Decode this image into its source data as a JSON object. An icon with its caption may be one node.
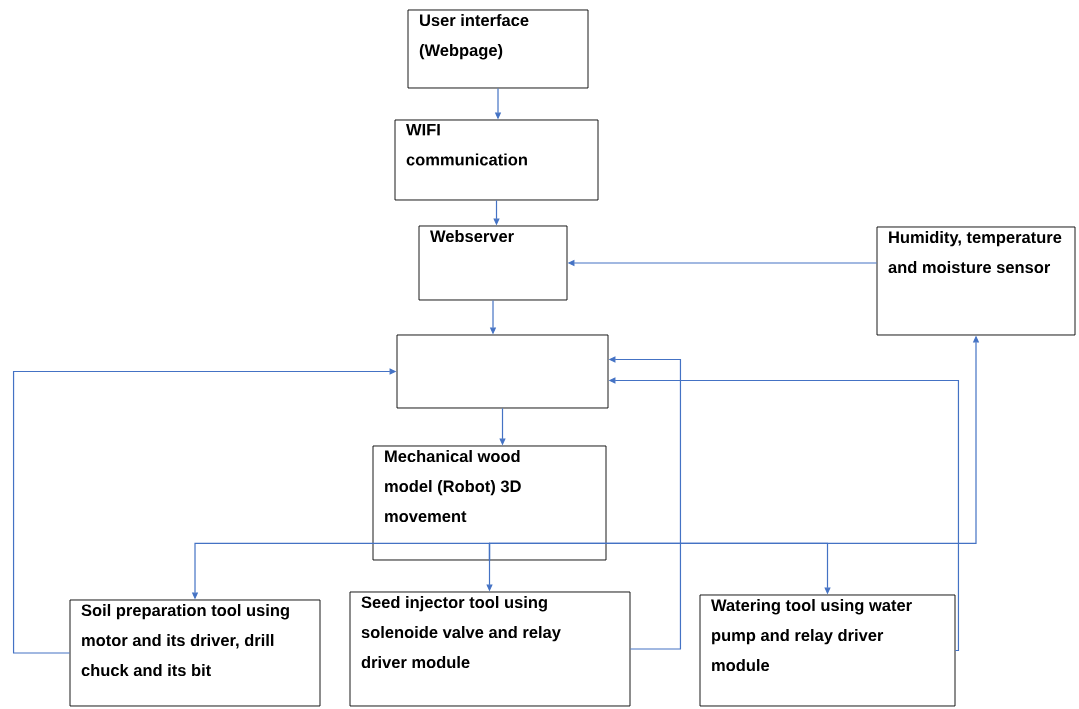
{
  "diagram": {
    "nodes": [
      {
        "text": [
          "User interface (Webpage)"
        ]
      },
      {
        "text": [
          "WIFI communication"
        ]
      },
      {
        "text": [
          "Webserver"
        ]
      },
      {
        "text": [
          "Humidity, temperature and moisture sensor"
        ]
      },
      {
        "text": [],
        "shape": "box"
      },
      {
        "text": [
          "Mechanical wood model (Robot) 3D movement"
        ]
      },
      {
        "text": [
          "Soil preparation tool using motor and its driver, drill chuck and its bit"
        ]
      },
      {
        "text": [
          "Seed injector tool using solenoide valve and relay driver module"
        ]
      },
      {
        "text": [
          "Watering tool using water pump and relay driver module"
        ]
      }
    ],
    "edges": [
      {
        "from": 0,
        "to": 1,
        "arrow": "to"
      },
      {
        "from": 1,
        "to": 2,
        "arrow": "to"
      },
      {
        "from": 3,
        "to": 2,
        "arrow": "to"
      },
      {
        "from": 2,
        "to": 4,
        "arrow": "to"
      },
      {
        "from": 4,
        "to": 5,
        "arrow": "to"
      },
      {
        "from": 5,
        "to": 6,
        "arrow": "to"
      },
      {
        "from": 5,
        "to": 7,
        "arrow": "to"
      },
      {
        "from": 5,
        "to": 8,
        "arrow": "to"
      },
      {
        "from": 5,
        "to": 3,
        "arrow": "to"
      },
      {
        "from": 6,
        "to": 4,
        "arrow": "to"
      },
      {
        "from": 7,
        "to": 4,
        "arrow": "to"
      },
      {
        "from": 8,
        "to": 4,
        "arrow": "to"
      }
    ]
  }
}
